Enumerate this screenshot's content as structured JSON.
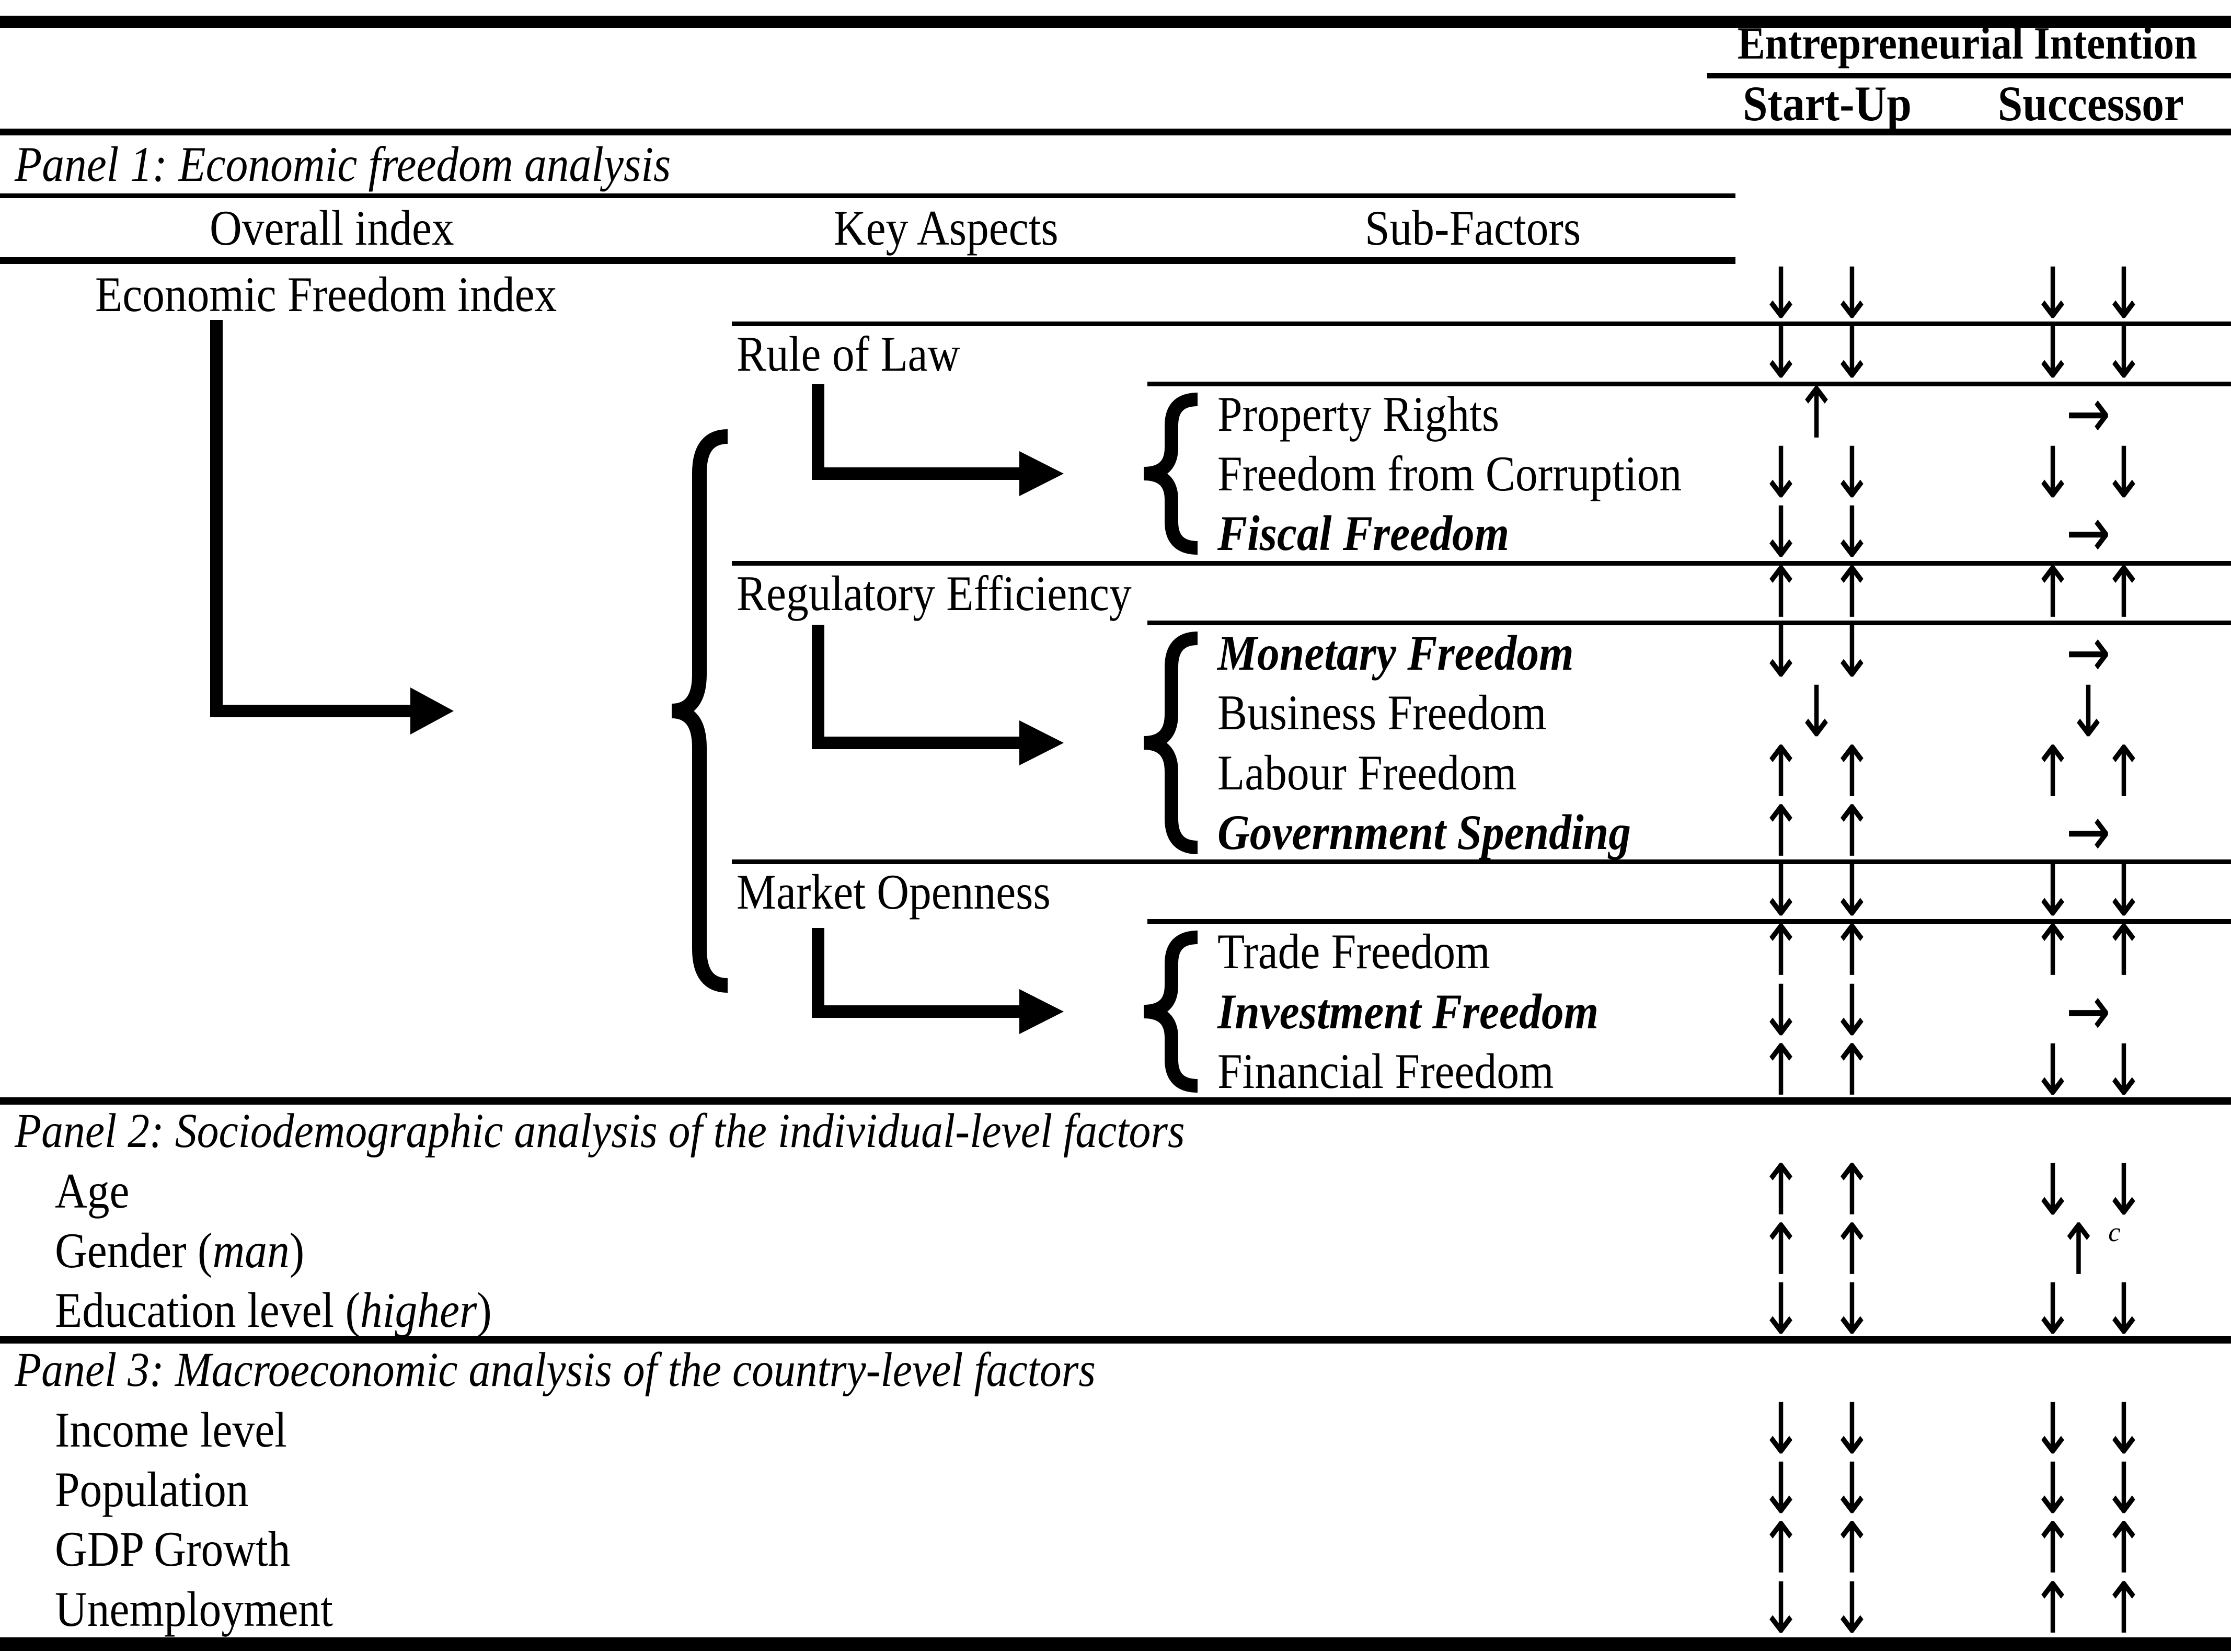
{
  "figure": {
    "header": {
      "title": "Entrepreneurial Intention",
      "col_startup": "Start-Up",
      "col_successor": "Successor"
    },
    "panel1": {
      "title": "Panel 1: Economic freedom analysis",
      "columns": {
        "overall": "Overall index",
        "key_aspects": "Key Aspects",
        "sub_factors": "Sub-Factors"
      },
      "rows": [
        {
          "label": "Economic Freedom index",
          "startup": "↓ ↓",
          "successor": "↓ ↓"
        },
        {
          "label": "Rule of Law",
          "startup": "↓ ↓",
          "successor": "↓ ↓"
        },
        {
          "label": "Property Rights",
          "startup": "↑",
          "successor": "→"
        },
        {
          "label": "Freedom from Corruption",
          "startup": "↓ ↓",
          "successor": "↓ ↓"
        },
        {
          "label": "Fiscal Freedom",
          "startup": "↓ ↓",
          "successor": "→"
        },
        {
          "label": "Regulatory Efficiency",
          "startup": "↑ ↑",
          "successor": "↑ ↑"
        },
        {
          "label": "Monetary Freedom",
          "startup": "↓ ↓",
          "successor": "→"
        },
        {
          "label": "Business Freedom",
          "startup": "↓",
          "successor": "↓"
        },
        {
          "label": "Labour Freedom",
          "startup": "↑ ↑",
          "successor": "↑ ↑"
        },
        {
          "label": "Government Spending",
          "startup": "↑ ↑",
          "successor": "→"
        },
        {
          "label": "Market Openness",
          "startup": "↓ ↓",
          "successor": "↓ ↓"
        },
        {
          "label": "Trade Freedom",
          "startup": "↑ ↑",
          "successor": "↑ ↑"
        },
        {
          "label": "Investment Freedom",
          "startup": "↓ ↓",
          "successor": "→"
        },
        {
          "label": "Financial Freedom",
          "startup": "↑ ↑",
          "successor": "↓ ↓"
        }
      ]
    },
    "panel2": {
      "title": "Panel 2: Sociodemographic analysis of the individual-level factors",
      "rows": [
        {
          "pre": "Age",
          "em": "",
          "post": "",
          "startup": "↑ ↑",
          "successor": "↓ ↓",
          "note": ""
        },
        {
          "pre": "Gender (",
          "em": "man",
          "post": ")",
          "startup": "↑ ↑",
          "successor": "↑",
          "note": "c"
        },
        {
          "pre": "Education level (",
          "em": "higher",
          "post": ")",
          "startup": "↓ ↓",
          "successor": "↓ ↓",
          "note": ""
        }
      ]
    },
    "panel3": {
      "title": "Panel 3: Macroeconomic analysis of the country-level factors",
      "rows": [
        {
          "label": "Income level",
          "startup": "↓ ↓",
          "successor": "↓ ↓"
        },
        {
          "label": "Population",
          "startup": "↓ ↓",
          "successor": "↓ ↓"
        },
        {
          "label": "GDP Growth",
          "startup": "↑ ↑",
          "successor": "↑ ↑"
        },
        {
          "label": "Unemployment",
          "startup": "↓ ↓",
          "successor": "↑ ↑"
        }
      ]
    }
  }
}
